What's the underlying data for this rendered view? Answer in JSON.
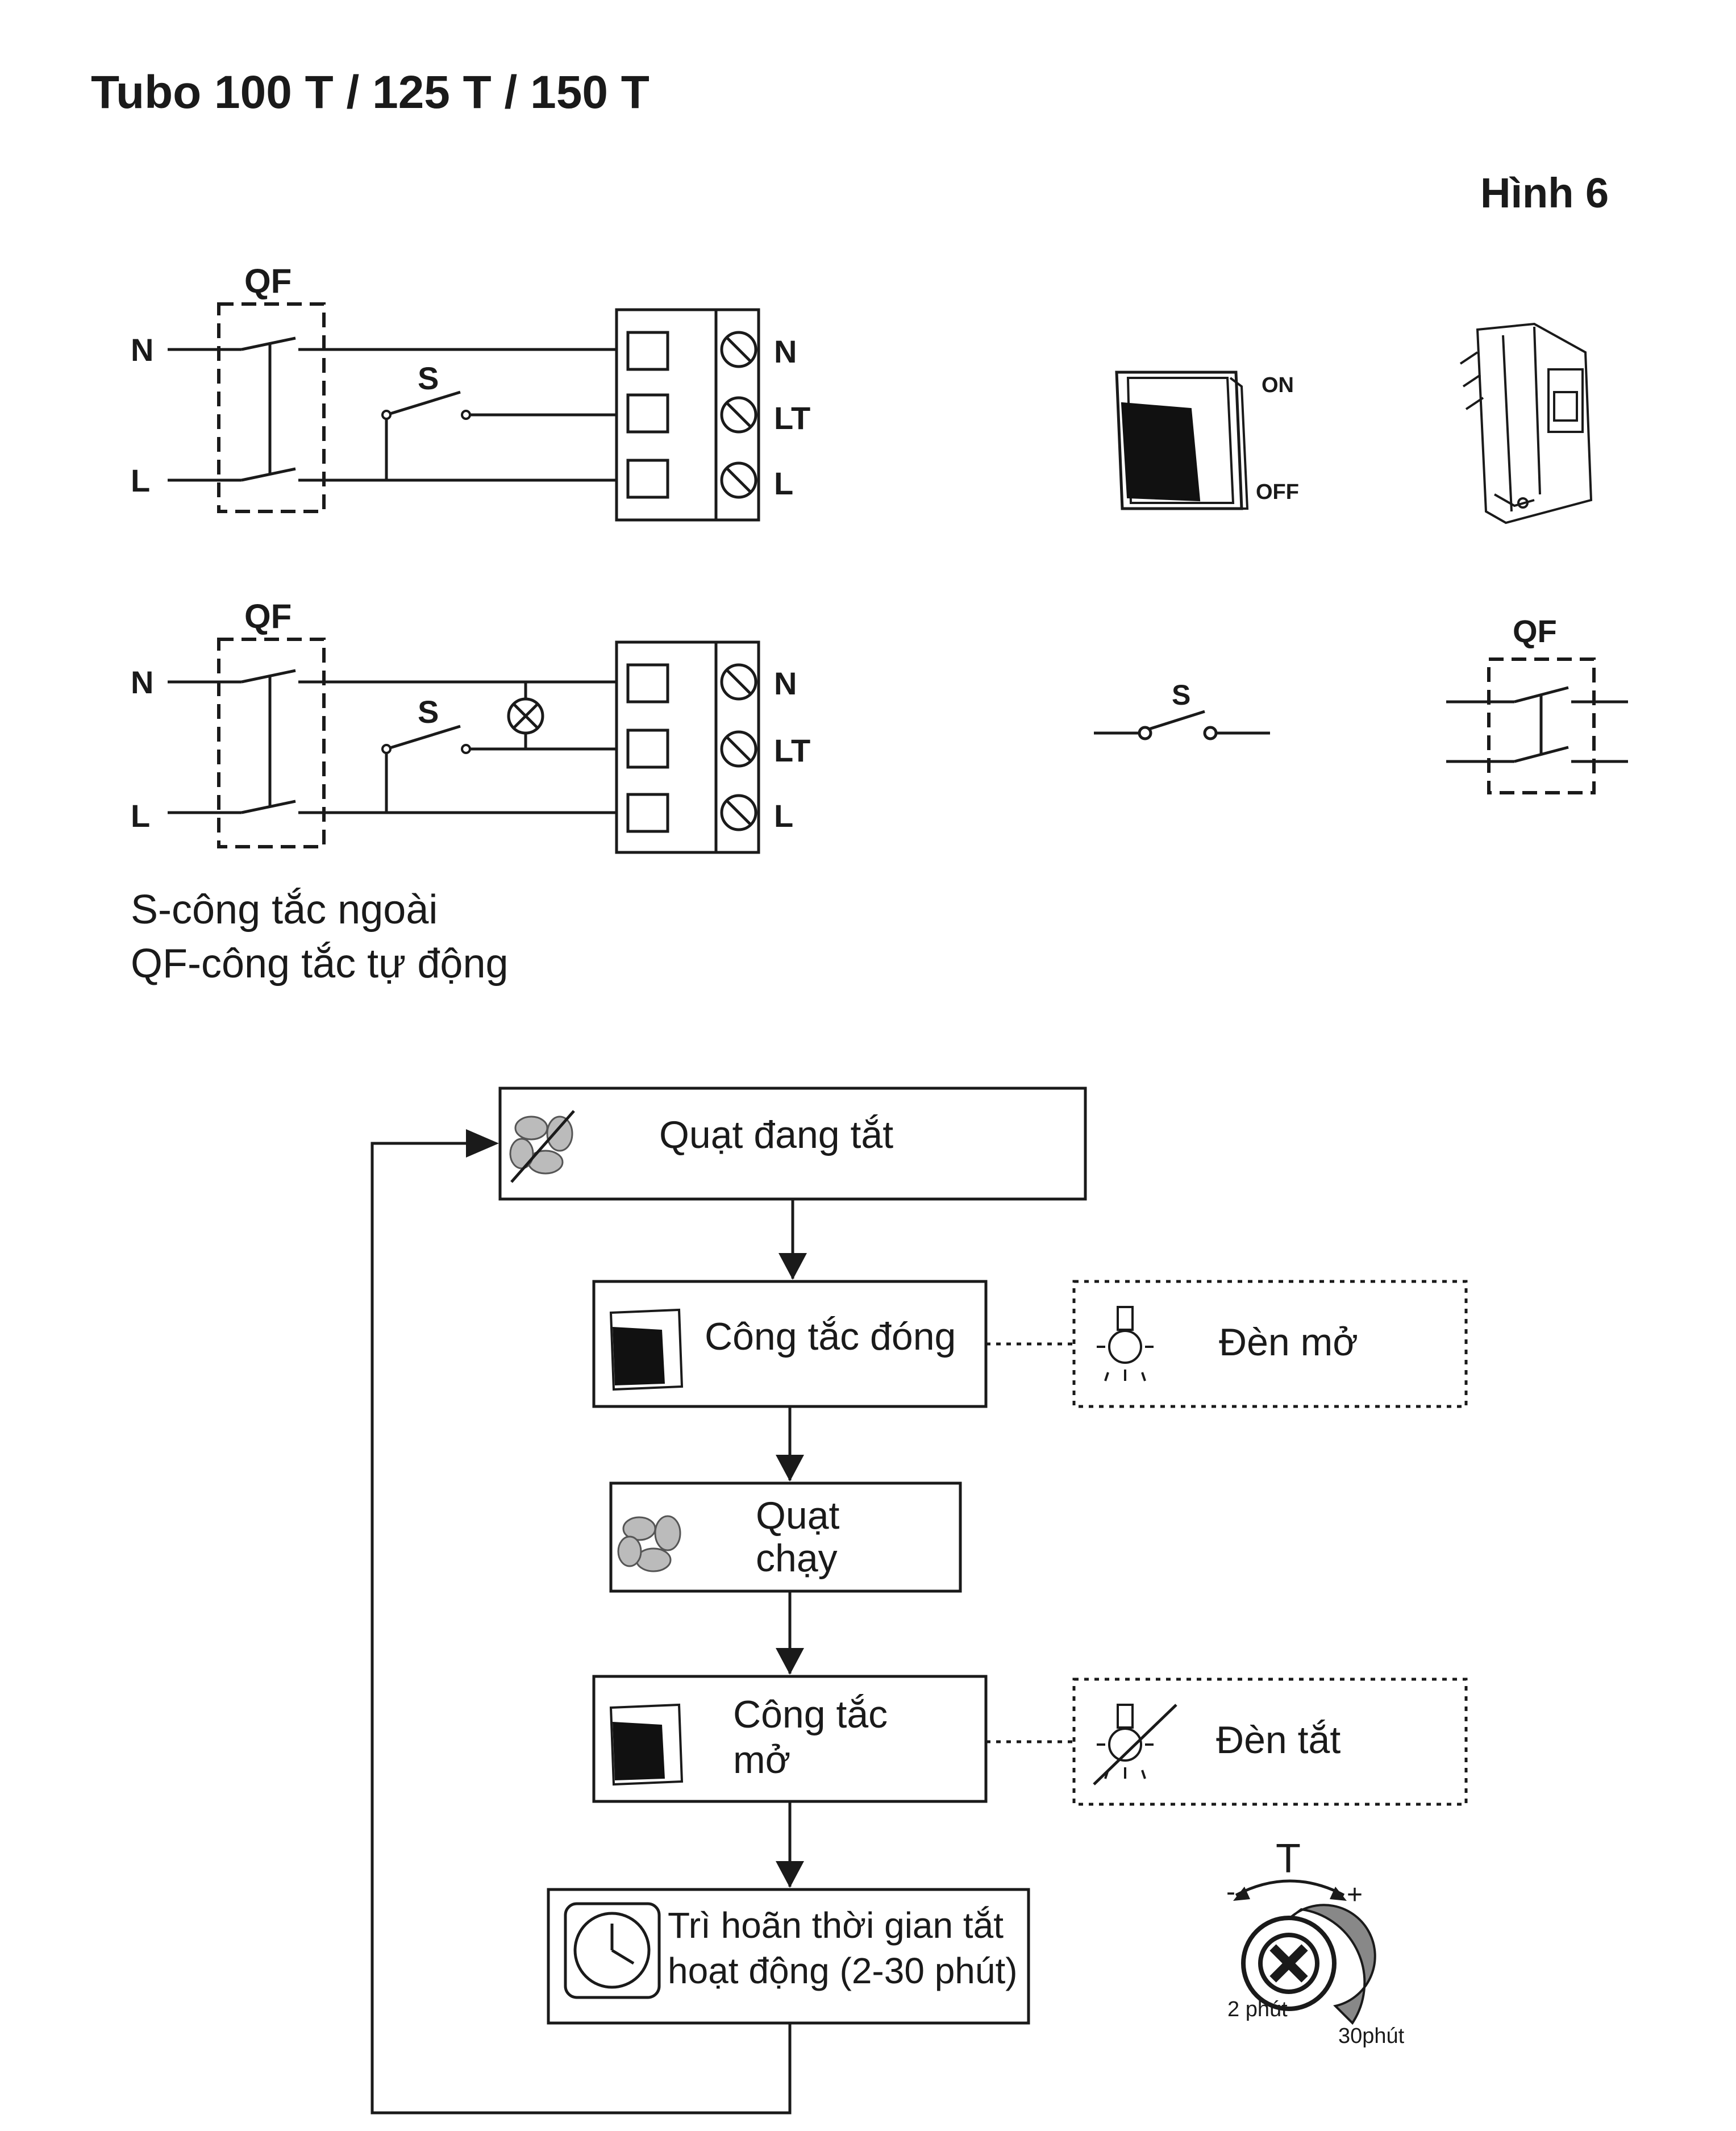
{
  "title": "Tubo 100 T / 125 T / 150 T",
  "figure_label": "Hình 6",
  "wiring": {
    "qf_label": "QF",
    "s_label": "S",
    "inputs": [
      "N",
      "L"
    ],
    "terminals": [
      "N",
      "LT",
      "L"
    ]
  },
  "legend": {
    "s_desc": "S-công tắc ngoài",
    "qf_desc": "QF-công tắc tự động"
  },
  "switch_icon": {
    "on": "ON",
    "off": "OFF"
  },
  "symbols": {
    "s_label": "S",
    "qf_label": "QF"
  },
  "flow": {
    "step1": "Quạt đang tắt",
    "step2": "Công tắc đóng",
    "step2_side": "Đèn mở",
    "step3_line1": "Quạt",
    "step3_line2": "chạy",
    "step4_line1": "Công tắc",
    "step4_line2": "mở",
    "step4_side": "Đèn tắt",
    "step5_line1": "Trì hoãn thời gian tắt",
    "step5_line2": "hoạt động (2-30 phút)"
  },
  "timer_knob": {
    "t_label": "T",
    "minus": "-",
    "plus": "+",
    "min_label": "2 phút",
    "max_label": "30phút"
  }
}
